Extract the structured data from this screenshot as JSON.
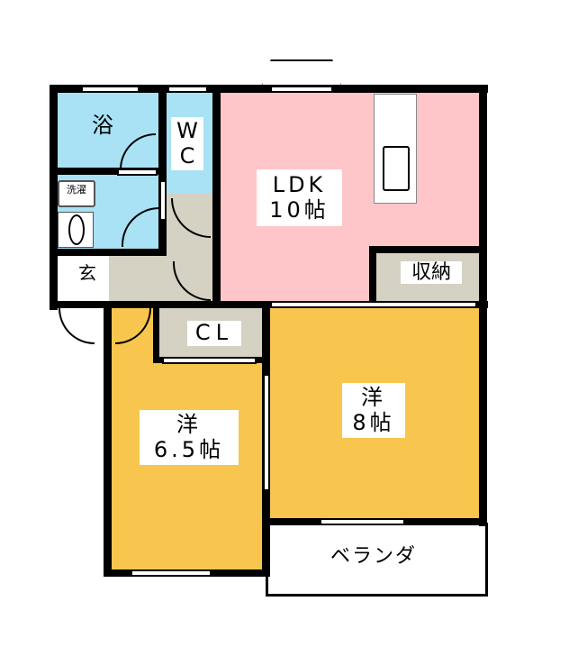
{
  "title": "Floor plan",
  "colors": {
    "wet_area": "#a8e2f4",
    "ldk": "#ffc6c9",
    "western_room": "#f8c64e",
    "storage": "#d5d1c3",
    "wall": "#000000"
  },
  "rooms": {
    "bath": {
      "label": "浴"
    },
    "wc": {
      "label_line1": "W",
      "label_line2": "C"
    },
    "washer": {
      "label": "洗濯"
    },
    "entrance": {
      "label": "玄"
    },
    "ldk": {
      "label_line1": "LDK",
      "label_line2": "10帖"
    },
    "storage": {
      "label": "収納"
    },
    "closet": {
      "label": "CL"
    },
    "western_small": {
      "label_line1": "洋",
      "label_line2": "6.5帖"
    },
    "western_large": {
      "label_line1": "洋",
      "label_line2": "8帖"
    },
    "veranda": {
      "label": "ベランダ"
    }
  }
}
